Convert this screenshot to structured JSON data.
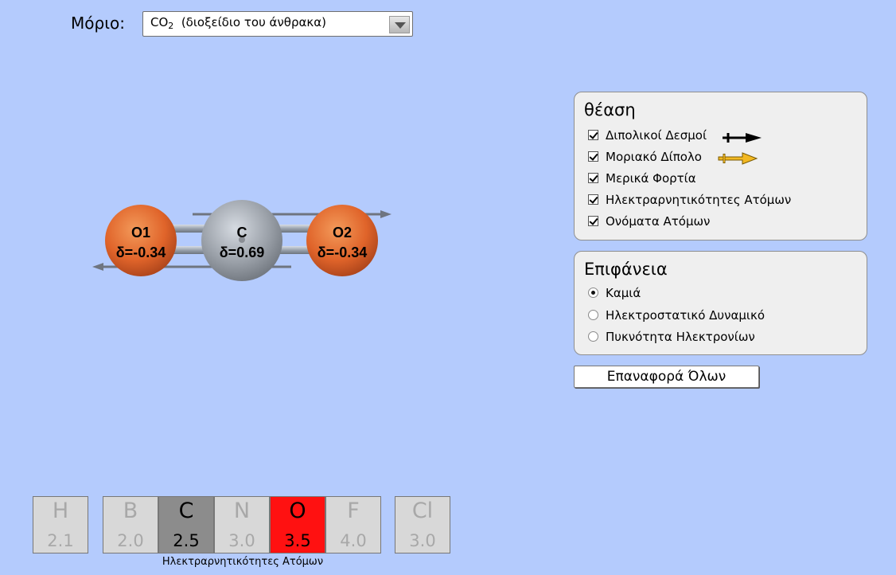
{
  "molecule_selector": {
    "label": "Μόριο:",
    "formula_base": "CO",
    "formula_subscript": "2",
    "name": "(διοξείδιο του άνθρακα)"
  },
  "atoms": [
    {
      "name": "O1",
      "charge": "δ=-0.34",
      "color": "#e0642a"
    },
    {
      "name": "C",
      "charge": "δ=0.69",
      "color": "#9aa0a8"
    },
    {
      "name": "O2",
      "charge": "δ=-0.34",
      "color": "#e0642a"
    }
  ],
  "view_panel": {
    "title": "θέαση",
    "options": [
      {
        "label": "Διπολικοί Δεσμοί",
        "checked": true,
        "icon": "bond-dipole-arrow-icon"
      },
      {
        "label": "Μοριακό Δίπολο",
        "checked": true,
        "icon": "molecular-dipole-arrow-icon"
      },
      {
        "label": "Μερικά Φορτία",
        "checked": true
      },
      {
        "label": "Ηλεκτραρνητικότητες Ατόμων",
        "checked": true
      },
      {
        "label": "Ονόματα Ατόμων",
        "checked": true
      }
    ]
  },
  "surface_panel": {
    "title": "Επιφάνεια",
    "options": [
      {
        "label": "Καμιά",
        "selected": true
      },
      {
        "label": "Ηλεκτροστατικό Δυναμικό",
        "selected": false
      },
      {
        "label": "Πυκνότητα Ηλεκτρονίων",
        "selected": false
      }
    ]
  },
  "reset_button": "Επαναφορά Όλων",
  "electronegativity": {
    "caption": "Ηλεκτραρνητικότητες Ατόμων",
    "elements": [
      {
        "symbol": "H",
        "value": "2.1",
        "state": "dim"
      },
      {
        "symbol": "B",
        "value": "2.0",
        "state": "dim"
      },
      {
        "symbol": "C",
        "value": "2.5",
        "state": "carbon"
      },
      {
        "symbol": "N",
        "value": "3.0",
        "state": "dim"
      },
      {
        "symbol": "O",
        "value": "3.5",
        "state": "oxygen"
      },
      {
        "symbol": "F",
        "value": "4.0",
        "state": "dim"
      },
      {
        "symbol": "Cl",
        "value": "3.0",
        "state": "dim"
      }
    ]
  },
  "colors": {
    "background": "#b4cbfd",
    "oxygen_highlight": "#ff1111",
    "carbon_highlight": "#8c8c8c",
    "molecular_dipole_arrow": "#f2b822"
  }
}
